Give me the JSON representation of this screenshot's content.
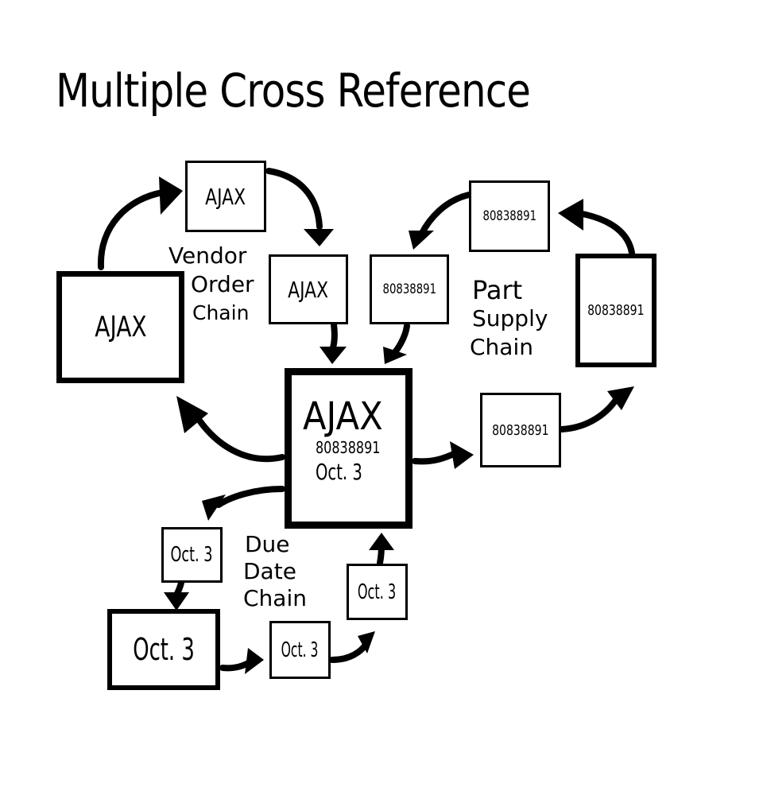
{
  "title": "Multiple Cross Reference",
  "vendor_chain": {
    "label_lines": [
      "Vendor",
      "Order",
      "Chain"
    ],
    "boxes": [
      "AJAX",
      "AJAX",
      "AJAX"
    ]
  },
  "part_chain": {
    "label_lines": [
      "Part",
      "Supply",
      "Chain"
    ],
    "boxes": [
      "80838891",
      "80838891",
      "80838891",
      "80838891"
    ]
  },
  "due_date_chain": {
    "label_lines": [
      "Due",
      "Date",
      "Chain"
    ],
    "boxes": [
      "Oct. 3",
      "Oct. 3",
      "Oct. 3",
      "Oct. 3"
    ]
  },
  "center": {
    "vendor": "AJAX",
    "part": "80838891",
    "date": "Oct. 3"
  }
}
